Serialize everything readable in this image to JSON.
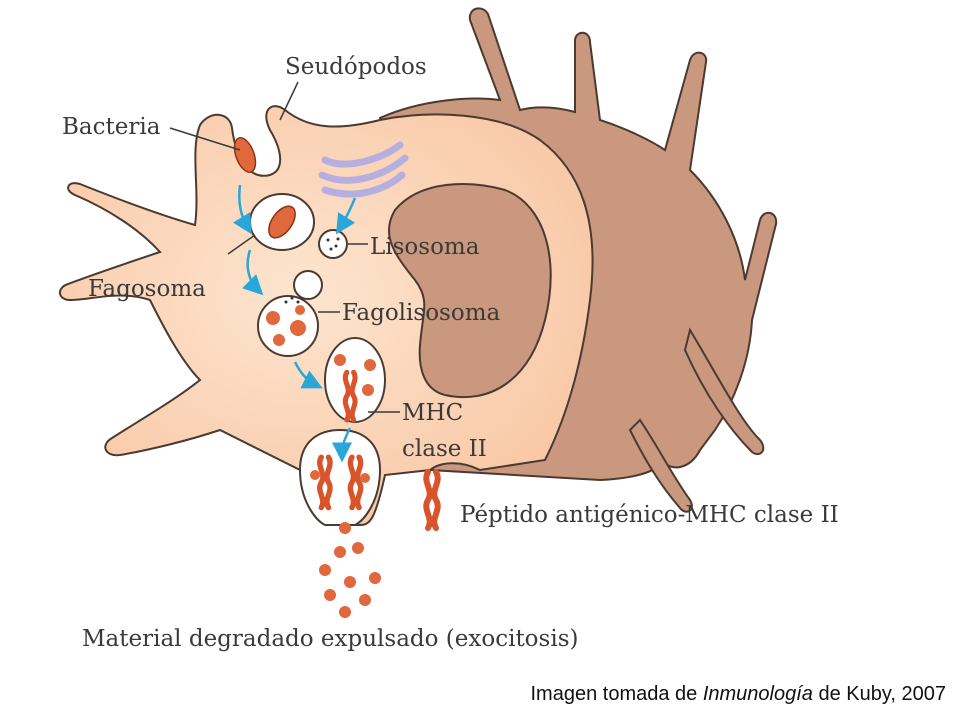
{
  "labels": {
    "seudopodos": "Seudópodos",
    "bacteria": "Bacteria",
    "fagosoma": "Fagosoma",
    "lisosoma": "Lisosoma",
    "fagolisosoma": "Fagolisosoma",
    "mhc_line1": "MHC",
    "mhc_line2": "clase II",
    "peptido": "Péptido antigénico-MHC clase II",
    "material": "Material degradado expulsado (exocitosis)"
  },
  "credit": {
    "prefix": "Imagen tomada de ",
    "book": "Inmunología",
    "suffix": " de Kuby, 2007"
  },
  "colors": {
    "cytoplasm": "#f8c7a2",
    "nucleus": "#c9987e",
    "outline": "#4a3a30",
    "bacteria": "#e0683c",
    "golgi": "#b7aee0",
    "arrow": "#2aa6d8"
  }
}
